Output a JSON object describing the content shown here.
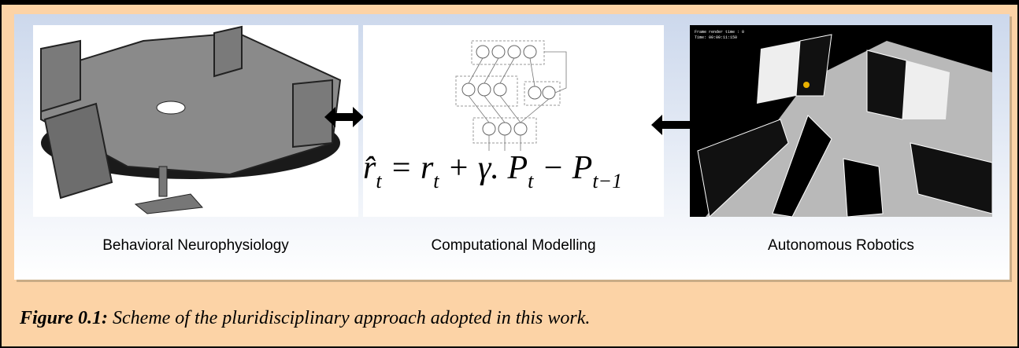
{
  "panels": [
    {
      "label": "Behavioral Neurophysiology"
    },
    {
      "label": "Computational Modelling"
    },
    {
      "label": "Autonomous Robotics"
    }
  ],
  "equation": {
    "lhs": "r̂",
    "lhs_sub": "t",
    "eq": "=",
    "r": "r",
    "r_sub": "t",
    "plus": "+",
    "gamma": "γ.",
    "P1": "P",
    "P1_sub": "t",
    "minus": "−",
    "P2": "P",
    "P2_sub": "t−1"
  },
  "robot_overlay": {
    "line1": "Frame render time : 0",
    "line2": "Time: 00:00:11:150"
  },
  "caption": {
    "prefix": "Figure 0.1:",
    "text": " Scheme of the pluridisciplinary approach adopted in this work."
  }
}
